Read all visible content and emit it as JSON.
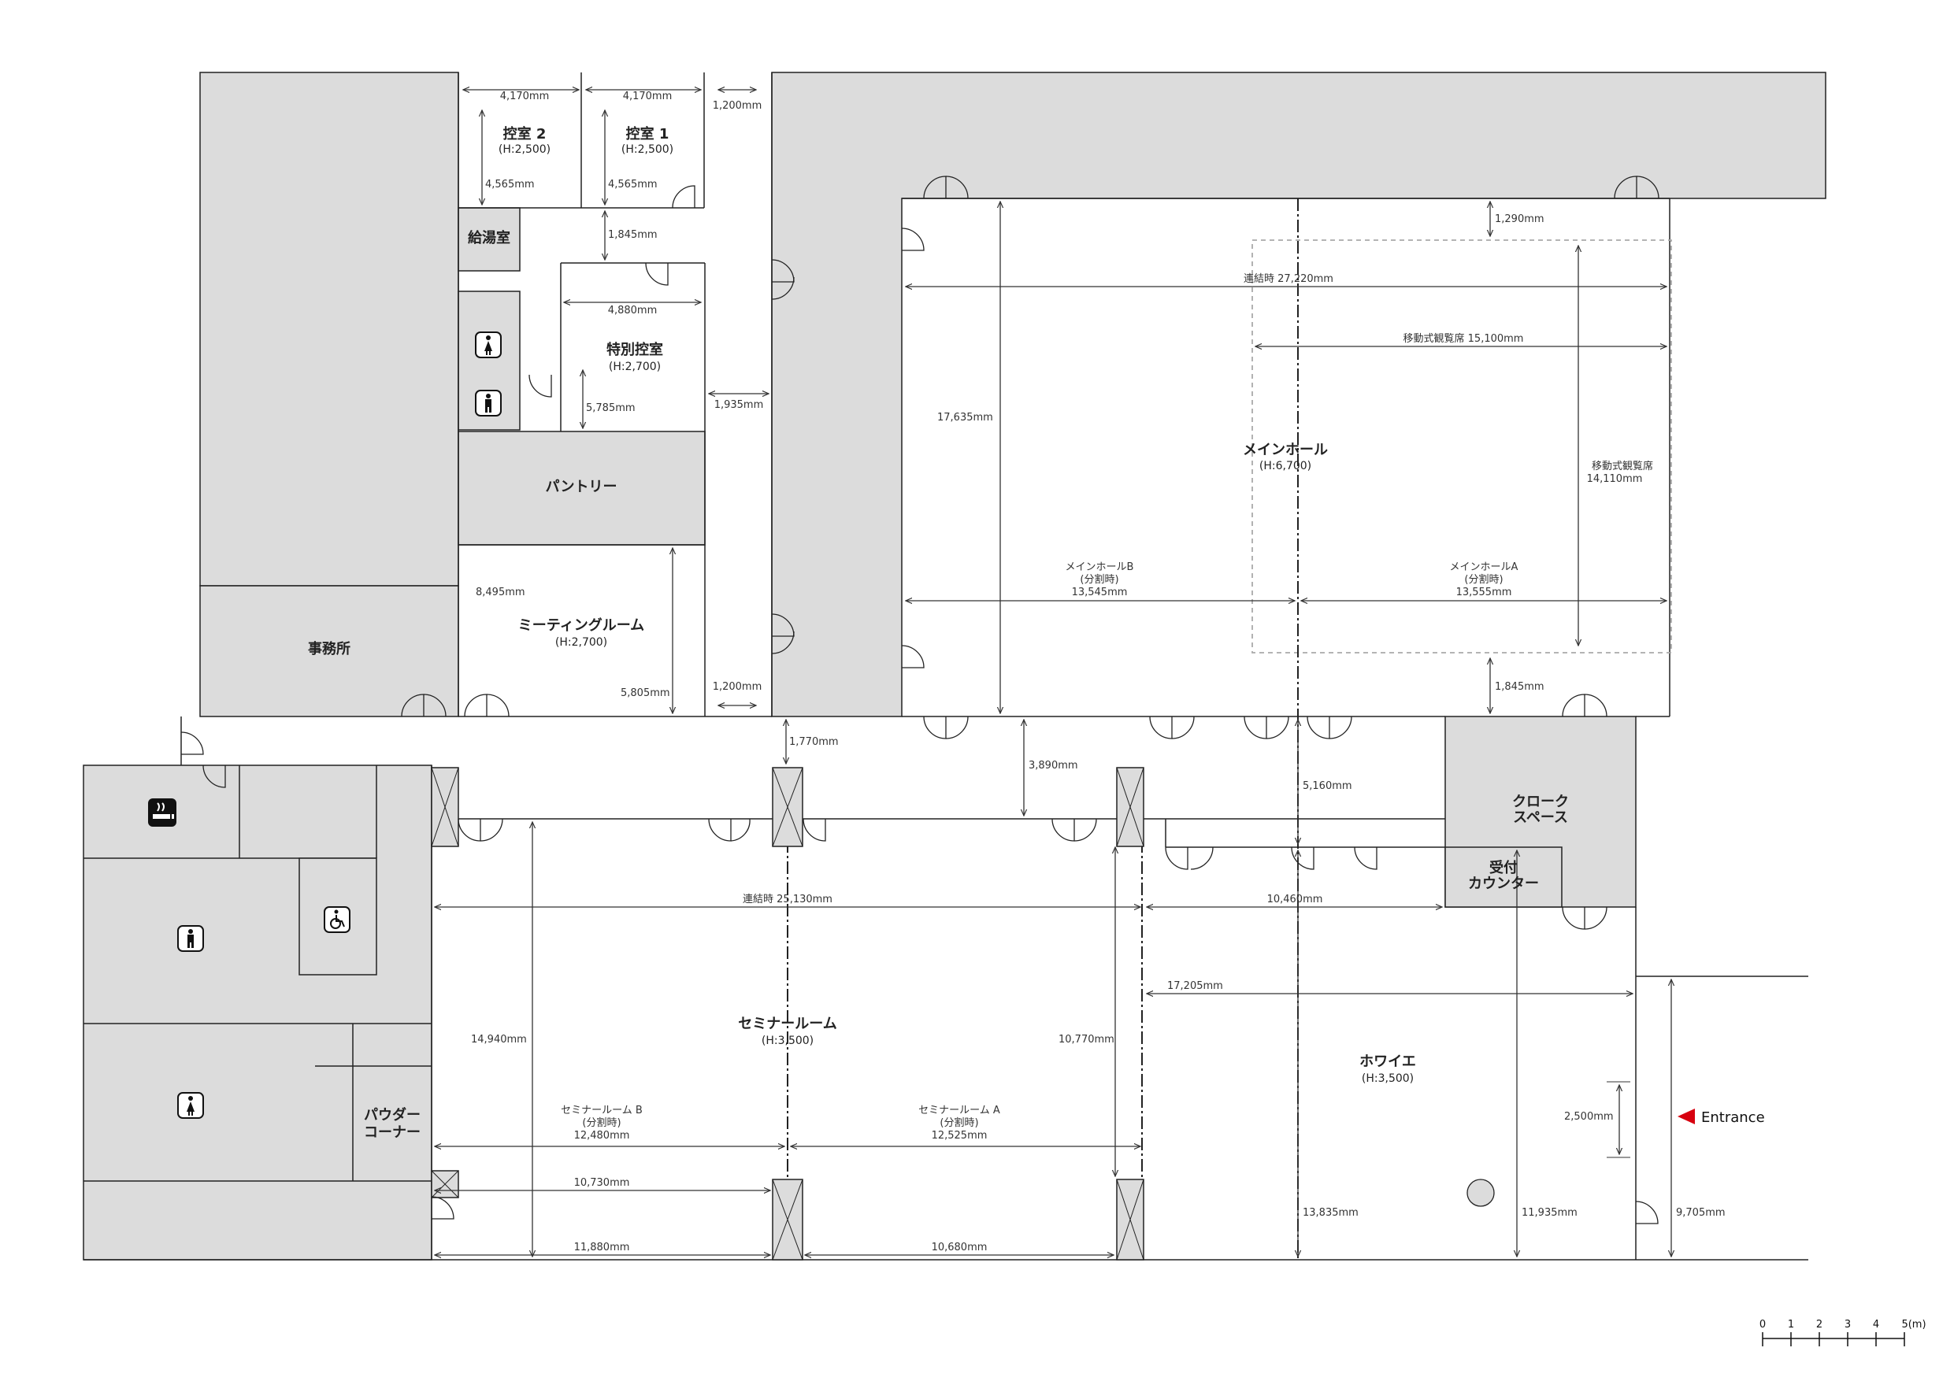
{
  "rooms": {
    "hikae2": {
      "name": "控室 2",
      "sub": "(H:2,500)"
    },
    "hikae1": {
      "name": "控室 1",
      "sub": "(H:2,500)"
    },
    "kyuto": {
      "name": "給湯室"
    },
    "tokubetsu": {
      "name": "特別控室",
      "sub": "(H:2,700)"
    },
    "pantry": {
      "name": "パントリー"
    },
    "meeting": {
      "name": "ミーティングルーム",
      "sub": "(H:2,700)"
    },
    "office": {
      "name": "事務所"
    },
    "mainhall": {
      "name": "メインホール",
      "sub": "(H:6,700)"
    },
    "mainhall_b": {
      "line1": "メインホールB",
      "line2": "(分割時)",
      "line3": "13,545mm"
    },
    "mainhall_a": {
      "line1": "メインホールA",
      "line2": "(分割時)",
      "line3": "13,555mm"
    },
    "cloak": {
      "line1": "クローク",
      "line2": "スペース"
    },
    "uketsuke": {
      "line1": "受付",
      "line2": "カウンター"
    },
    "seminar": {
      "name": "セミナールーム",
      "sub": "(H:3,500)"
    },
    "seminar_b": {
      "line1": "セミナールーム B",
      "line2": "(分割時)",
      "line3": "12,480mm"
    },
    "seminar_a": {
      "line1": "セミナールーム A",
      "line2": "(分割時)",
      "line3": "12,525mm"
    },
    "foyer": {
      "name": "ホワイエ",
      "sub": "(H:3,500)"
    },
    "powder": {
      "line1": "パウダー",
      "line2": "コーナー"
    }
  },
  "dims": {
    "hikae2_w": "4,170mm",
    "hikae1_w": "4,170mm",
    "corr_top": "1,200mm",
    "hikae2_d": "4,565mm",
    "hikae1_d": "4,565mm",
    "corr_1845_top": "1,845mm",
    "tokubetsu_w": "4,880mm",
    "tokubetsu_d": "5,785mm",
    "corr_1935": "1,935mm",
    "meeting_w": "8,495mm",
    "meeting_d": "5,805mm",
    "corr_bottom": "1,200mm",
    "main_1290": "1,290mm",
    "main_linked": "連結時 27,220mm",
    "main_seat_w": "移動式観覧席 15,100mm",
    "main_depth": "17,635mm",
    "main_seat_d_label": "移動式観覧席",
    "main_seat_d": "14,110mm",
    "main_1845": "1,845mm",
    "corr_1770": "1,770mm",
    "corr_3890": "3,890mm",
    "foyer_5160": "5,160mm",
    "seminar_linked": "連結時 25,130mm",
    "foyer_10460": "10,460mm",
    "foyer_17205": "17,205mm",
    "seminar_depth": "14,940mm",
    "seminar_10770": "10,770mm",
    "seminar_10730": "10,730mm",
    "seminar_11880": "11,880mm",
    "seminar_10680": "10,680mm",
    "foyer_13835": "13,835mm",
    "foyer_11935": "11,935mm",
    "entr_2500": "2,500mm",
    "entr_9705": "9,705mm"
  },
  "entrance": {
    "label": "Entrance",
    "color": "#d7000f"
  },
  "scale_bar": {
    "ticks": [
      "0",
      "1",
      "2",
      "3",
      "4",
      "5(m)"
    ]
  },
  "icons": [
    "smoking-icon",
    "male-toilet-icon",
    "female-toilet-icon",
    "wheelchair-icon",
    "male-toilet-icon",
    "female-toilet-icon"
  ],
  "colors": {
    "fill": "#dcdcdc",
    "line": "#222222",
    "dash": "#aaaaaa"
  }
}
